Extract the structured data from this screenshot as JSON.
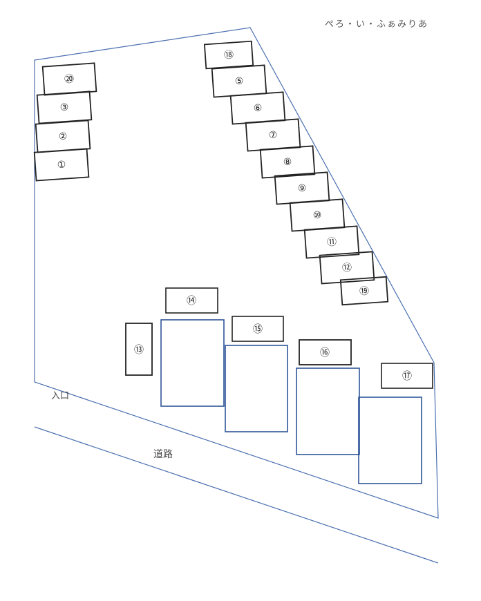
{
  "site_title": "ぺろ・い・ふぁみりあ",
  "entrance_label": "入口",
  "road_label": "道路",
  "colors": {
    "boundary": "#4a6fb0",
    "space_border": "#222222",
    "large_border": "#2f5597"
  },
  "parking_spaces": [
    "⑳",
    "③",
    "②",
    "①",
    "⑱",
    "⑤",
    "⑥",
    "⑦",
    "⑧",
    "⑨",
    "⑩",
    "⑪",
    "⑫",
    "⑲",
    "⑭",
    "⑬",
    "⑮",
    "⑯",
    "⑰"
  ]
}
